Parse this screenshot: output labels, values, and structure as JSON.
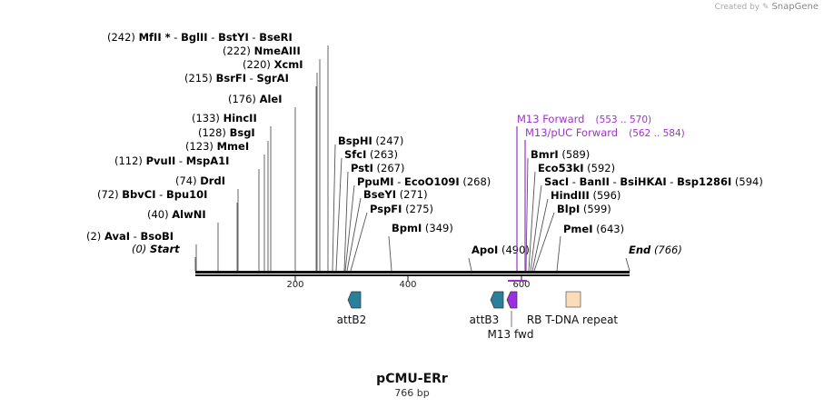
{
  "credit": {
    "prefix": "Created by",
    "brand": "SnapGene"
  },
  "plasmid": {
    "name": "pCMU-ERr",
    "length": "766 bp"
  },
  "ruler": {
    "ticks": [
      "200",
      "400",
      "600"
    ]
  },
  "sites": [
    {
      "parts": [
        "MfII *",
        "BglII",
        "BstYI",
        "BseRI"
      ],
      "pos": "(242)"
    },
    {
      "parts": [
        "NmeAIII"
      ],
      "pos": "(222)"
    },
    {
      "parts": [
        "XcmI"
      ],
      "pos": "(220)"
    },
    {
      "parts": [
        "BsrFI",
        "SgrAI"
      ],
      "pos": "(215)"
    },
    {
      "parts": [
        "AleI"
      ],
      "pos": "(176)"
    },
    {
      "parts": [
        "HincII"
      ],
      "pos": "(133)"
    },
    {
      "parts": [
        "BsgI"
      ],
      "pos": "(128)"
    },
    {
      "parts": [
        "MmeI"
      ],
      "pos": "(123)"
    },
    {
      "parts": [
        "PvuII",
        "MspA1I"
      ],
      "pos": "(112)"
    },
    {
      "parts": [
        "DrdI"
      ],
      "pos": "(74)"
    },
    {
      "parts": [
        "BbvCI",
        "Bpu10I"
      ],
      "pos": "(72)"
    },
    {
      "parts": [
        "AlwNI"
      ],
      "pos": "(40)"
    },
    {
      "parts": [
        "AvaI",
        "BsoBI"
      ],
      "pos": "(2)"
    },
    {
      "parts": [
        "Start"
      ],
      "pos": "(0)"
    },
    {
      "parts": [
        "BspHI"
      ],
      "pos": "(247)"
    },
    {
      "parts": [
        "SfcI"
      ],
      "pos": "(263)"
    },
    {
      "parts": [
        "PstI"
      ],
      "pos": "(267)"
    },
    {
      "parts": [
        "PpuMI",
        "EcoO109I"
      ],
      "pos": "(268)"
    },
    {
      "parts": [
        "BseYI"
      ],
      "pos": "(271)"
    },
    {
      "parts": [
        "PspFI"
      ],
      "pos": "(275)"
    },
    {
      "parts": [
        "BpmI"
      ],
      "pos": "(349)"
    },
    {
      "parts": [
        "ApoI"
      ],
      "pos": "(490)"
    },
    {
      "parts": [
        "BmrI"
      ],
      "pos": "(589)"
    },
    {
      "parts": [
        "Eco53kI"
      ],
      "pos": "(592)"
    },
    {
      "parts": [
        "SacI",
        "BanII",
        "BsiHKAI",
        "Bsp1286I"
      ],
      "pos": "(594)"
    },
    {
      "parts": [
        "HindIII"
      ],
      "pos": "(596)"
    },
    {
      "parts": [
        "BlpI"
      ],
      "pos": "(599)"
    },
    {
      "parts": [
        "PmeI"
      ],
      "pos": "(643)"
    },
    {
      "parts": [
        "End"
      ],
      "pos": "(766)"
    }
  ],
  "primers": [
    {
      "name": "M13 Forward",
      "range": "(553 .. 570)"
    },
    {
      "name": "M13/pUC Forward",
      "range": "(562 .. 584)"
    }
  ],
  "features": [
    {
      "label": "attB2",
      "color": "#2a7f9a"
    },
    {
      "label": "attB3",
      "color": "#2a7f9a"
    },
    {
      "label": "M13 fwd",
      "color": "#9b30e0"
    },
    {
      "label": "RB T-DNA repeat",
      "color": "#fcdcb8"
    }
  ],
  "colors": {
    "primer": "#a030d0",
    "line": "#111111",
    "leader": "#555555"
  }
}
